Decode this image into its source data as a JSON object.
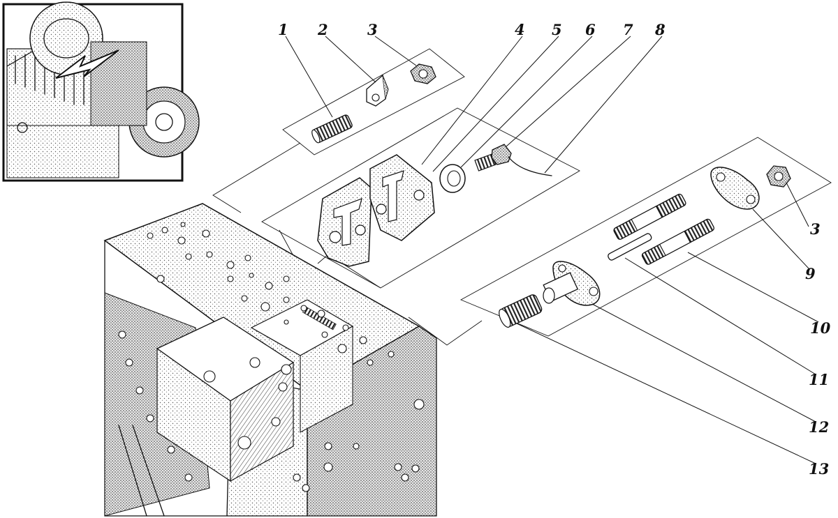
{
  "diagram": {
    "callouts": [
      {
        "id": "1",
        "label": "1"
      },
      {
        "id": "2",
        "label": "2"
      },
      {
        "id": "3a",
        "label": "3"
      },
      {
        "id": "4",
        "label": "4"
      },
      {
        "id": "5",
        "label": "5"
      },
      {
        "id": "6",
        "label": "6"
      },
      {
        "id": "7",
        "label": "7"
      },
      {
        "id": "8",
        "label": "8"
      },
      {
        "id": "3b",
        "label": "3"
      },
      {
        "id": "9",
        "label": "9"
      },
      {
        "id": "10",
        "label": "10"
      },
      {
        "id": "11",
        "label": "11"
      },
      {
        "id": "12",
        "label": "12"
      },
      {
        "id": "13",
        "label": "13"
      }
    ],
    "colors": {
      "ink": "#111111",
      "paper": "#ffffff",
      "shade": "#cfcfcf"
    }
  }
}
